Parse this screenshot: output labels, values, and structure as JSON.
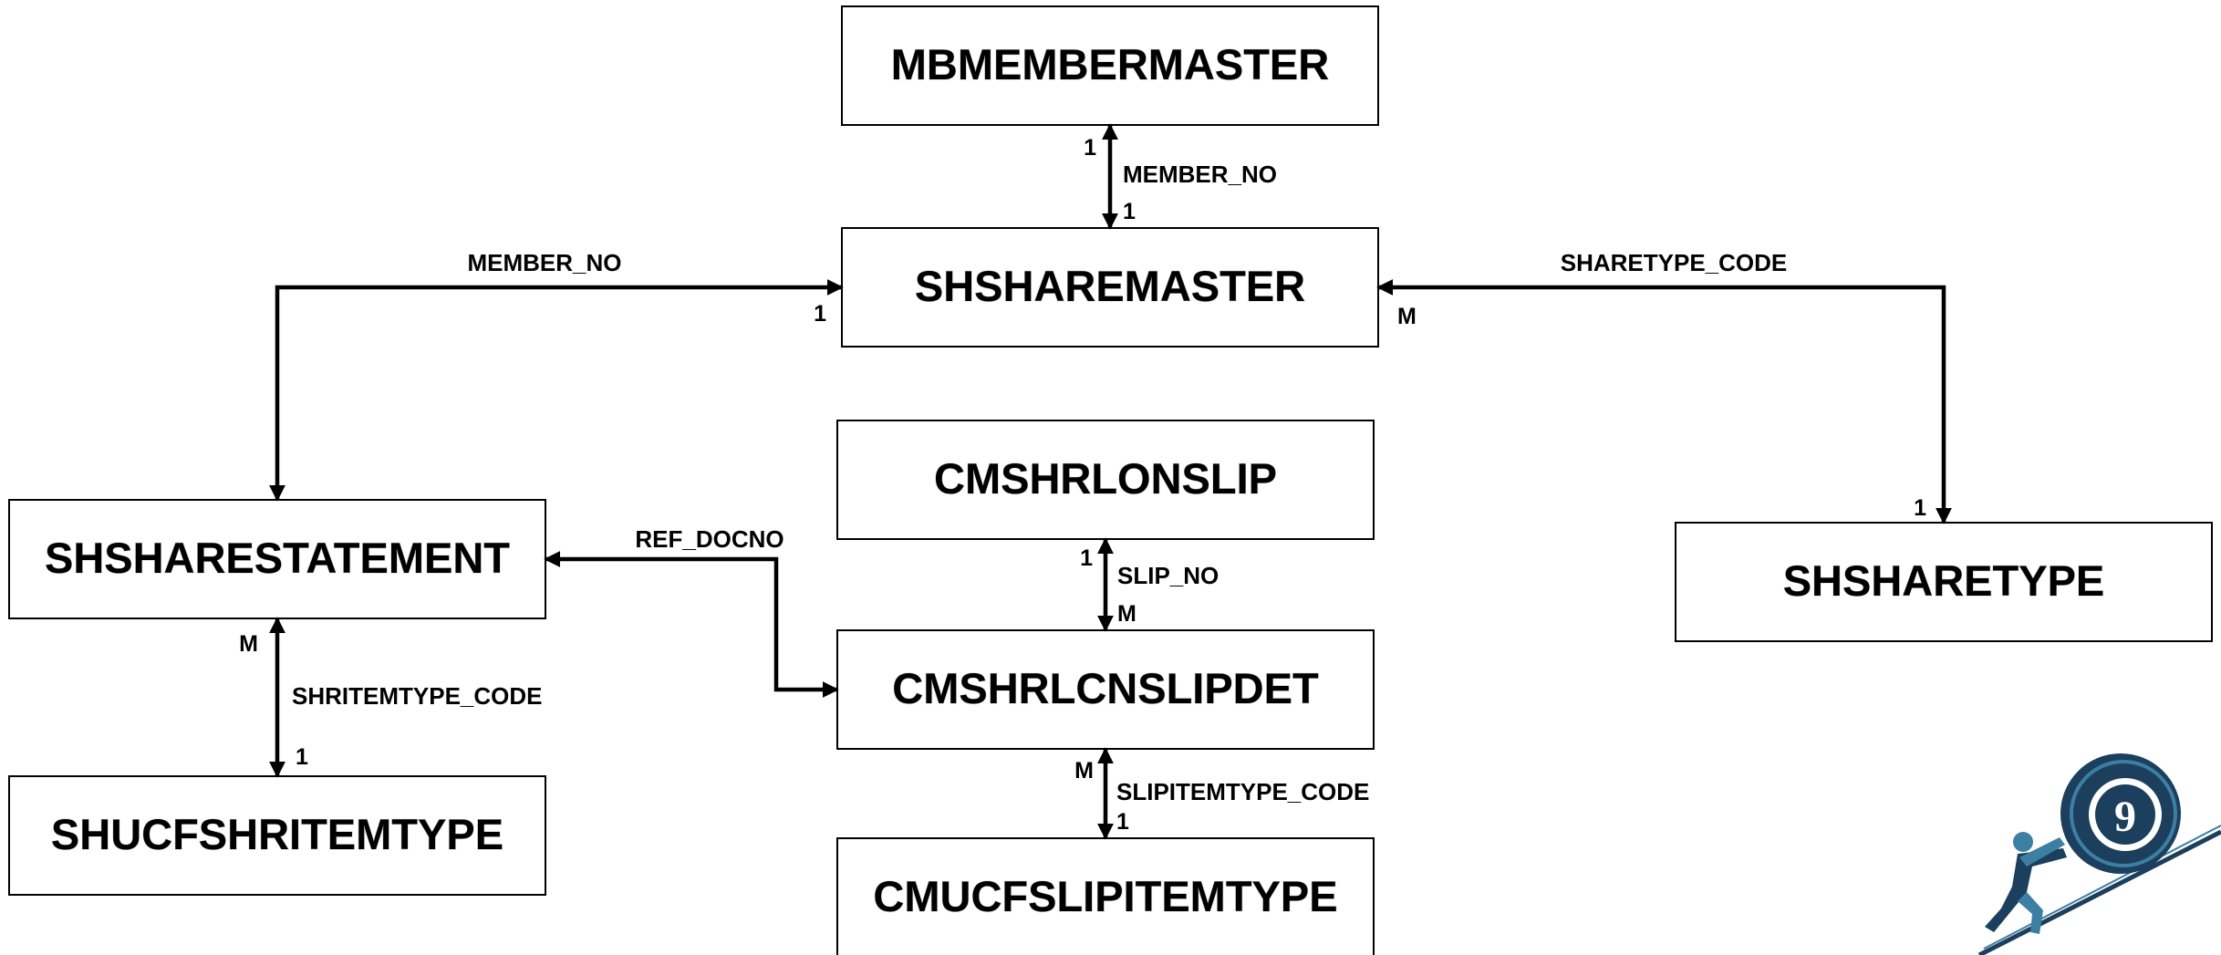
{
  "entities": {
    "mbmembermaster": "MBMEMBERMASTER",
    "shsharemaster": "SHSHAREMASTER",
    "cmshrlonslip": "CMSHRLONSLIP",
    "shsharestatement": "SHSHARESTATEMENT",
    "shsharetype": "SHSHARETYPE",
    "cmshrlcnslipdet": "CMSHRLCNSLIPDET",
    "shucfshritemtype": "SHUCFSHRITEMTYPE",
    "cmucfslipitemtype": "CMUCFSLIPITEMTYPE"
  },
  "relationships": {
    "member_master_share": {
      "label": "MEMBER_NO",
      "card_a": "1",
      "card_b": "1"
    },
    "share_statement": {
      "label": "MEMBER_NO",
      "card_a": "1"
    },
    "share_type": {
      "label": "SHARETYPE_CODE",
      "card_a": "M",
      "card_b": "1"
    },
    "statement_slipdet": {
      "label": "REF_DOCNO"
    },
    "slip_slipdet": {
      "label": "SLIP_NO",
      "card_a": "1",
      "card_b": "M"
    },
    "statement_itemtype": {
      "label": "SHRITEMTYPE_CODE",
      "card_a": "M",
      "card_b": "1"
    },
    "slipdet_itemtype": {
      "label": "SLIPITEMTYPE_CODE",
      "card_a": "M",
      "card_b": "1"
    }
  },
  "logo": {
    "icon": "climber-pushing-ball-icon",
    "number": "9",
    "colors": {
      "dark": "#1b3f5c",
      "light": "#3c7fa3"
    }
  }
}
